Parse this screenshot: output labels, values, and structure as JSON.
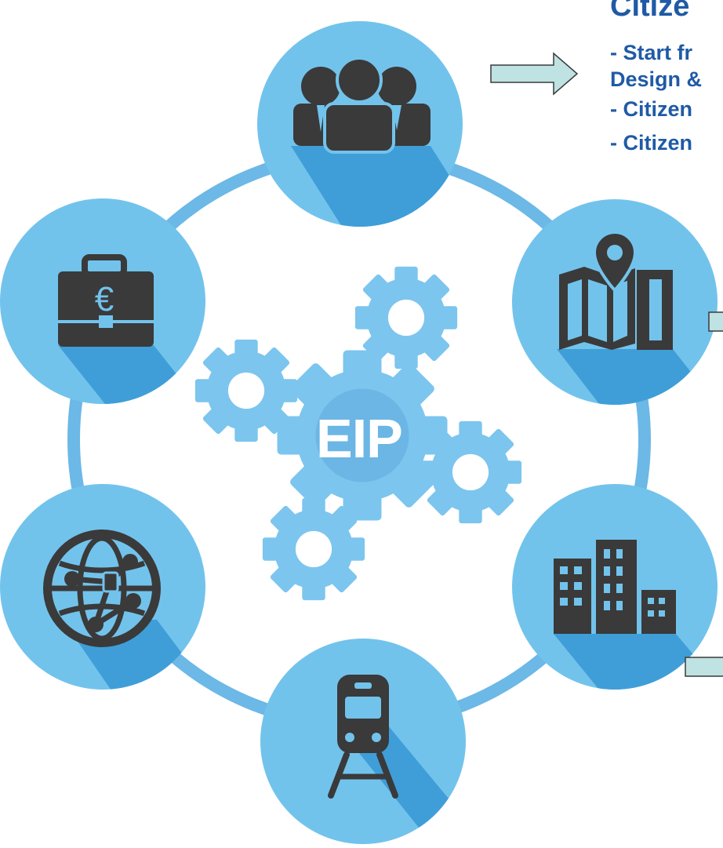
{
  "center": {
    "label": "EIP"
  },
  "side_text": {
    "title": "Citize",
    "lines": [
      "- Start fr",
      "Design &",
      "- Citizen",
      "- Citizen"
    ]
  },
  "nodes": [
    {
      "name": "citizens-node",
      "icon": "people-group-icon"
    },
    {
      "name": "planning-node",
      "icon": "map-pin-ruler-icon"
    },
    {
      "name": "buildings-node",
      "icon": "city-buildings-icon"
    },
    {
      "name": "mobility-node",
      "icon": "train-icon"
    },
    {
      "name": "network-node",
      "icon": "connected-globe-icon"
    },
    {
      "name": "finance-node",
      "icon": "euro-briefcase-icon"
    }
  ],
  "colors": {
    "ring": "#6cb8e6",
    "node_light": "#72c3ec",
    "node_shadow": "#3f9ed8",
    "icon": "#3a3a3a",
    "gear": "#7cc5ee",
    "arrow_fill": "#bfe2e2",
    "text": "#1f5aa6"
  }
}
